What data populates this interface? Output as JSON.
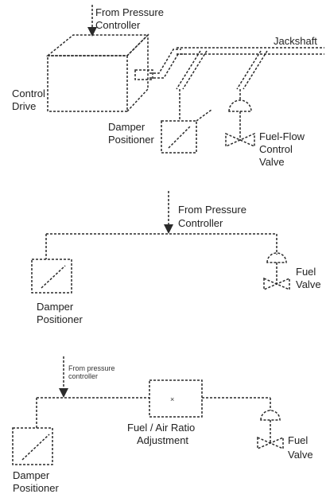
{
  "diagram1": {
    "from_label_line1": "From Pressure",
    "from_label_line2": "Controller",
    "jackshaft_label": "Jackshaft",
    "control_drive_line1": "Control",
    "control_drive_line2": "Drive",
    "damper_line1": "Damper",
    "damper_line2": "Positioner",
    "valve_line1": "Fuel-Flow",
    "valve_line2": "Control",
    "valve_line3": "Valve"
  },
  "diagram2": {
    "from_label_line1": "From Pressure",
    "from_label_line2": "Controller",
    "damper_line1": "Damper",
    "damper_line2": "Positioner",
    "valve_line1": "Fuel",
    "valve_line2": "Valve"
  },
  "diagram3": {
    "from_label_line1": "From pressure",
    "from_label_line2": "controller",
    "ratio_line1": "Fuel / Air Ratio",
    "ratio_line2": "Adjustment",
    "damper_line1": "Damper",
    "damper_line2": "Positioner",
    "valve_line1": "Fuel",
    "valve_line2": "Valve"
  }
}
